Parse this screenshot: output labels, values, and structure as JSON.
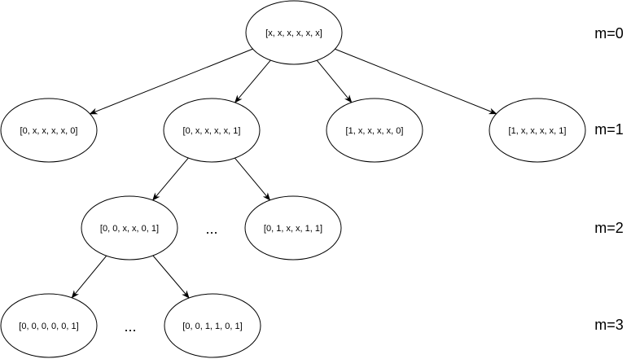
{
  "nodes": {
    "root": "[x, x, x, x, x, x]",
    "l1_a": "[0, x, x, x, x, 0]",
    "l1_b": "[0, x, x, x, x, 1]",
    "l1_c": "[1, x, x, x, x, 0]",
    "l1_d": "[1, x, x, x, x, 1]",
    "l2_a": "[0, 0, x, x, 0, 1]",
    "l2_b": "[0, 1, x, x, 1, 1]",
    "l3_a": "[0, 0, 0, 0, 0, 1]",
    "l3_b": "[0, 0, 1, 1, 0, 1]"
  },
  "ellipses": {
    "level2": "...",
    "level3": "..."
  },
  "levels": {
    "m0": "m=0",
    "m1": "m=1",
    "m2": "m=2",
    "m3": "m=3"
  },
  "edges": [
    [
      "root",
      "l1_a"
    ],
    [
      "root",
      "l1_b"
    ],
    [
      "root",
      "l1_c"
    ],
    [
      "root",
      "l1_d"
    ],
    [
      "l1_b",
      "l2_a"
    ],
    [
      "l1_b",
      "l2_b"
    ],
    [
      "l2_a",
      "l3_a"
    ],
    [
      "l2_a",
      "l3_b"
    ]
  ]
}
